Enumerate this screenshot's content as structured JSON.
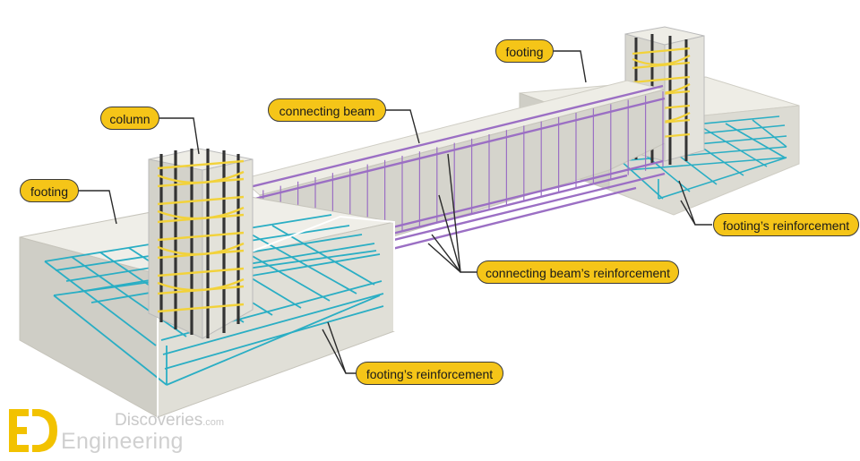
{
  "labels": {
    "footing_left": "footing",
    "footing_right": "footing",
    "column": "column",
    "connecting_beam": "connecting beam",
    "beam_reinforcement": "connecting beam’s reinforcement",
    "footing_reinforcement_left": "footing’s reinforcement",
    "footing_reinforcement_right": "footing’s reinforcement"
  },
  "logo": {
    "line1": "Discoveries",
    "line1_suffix": ".com",
    "line2": "Engineering",
    "mark": "ED-logo-icon"
  },
  "colors": {
    "callout_fill": "#f5c518",
    "concrete": "#e4e3dc",
    "footing_rebar": "#2aaec4",
    "beam_rebar": "#9b6fc4",
    "column_ties": "#f2d23a",
    "column_bars": "#333333",
    "logo_yellow": "#f2c200"
  }
}
